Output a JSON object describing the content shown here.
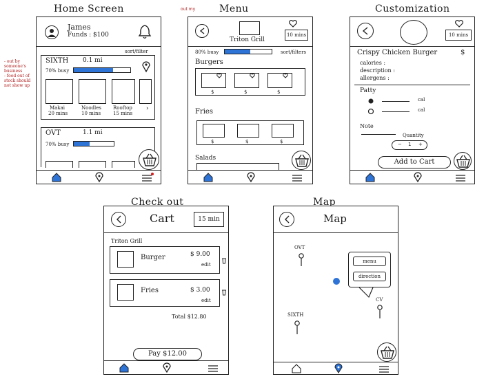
{
  "screens": {
    "home": {
      "title": "Home Screen",
      "user_name": "James",
      "funds": "Funds : $100",
      "sort_filter": "sort/filter",
      "locations": [
        {
          "name": "SIXTH",
          "distance": "0.1 mi",
          "busy": "70% busy",
          "busy_fraction": 0.7,
          "items": [
            {
              "name": "Makai",
              "time": "20 mins"
            },
            {
              "name": "Noodles",
              "time": "10 mins"
            },
            {
              "name": "Rooftop",
              "time": "15 mins"
            }
          ]
        },
        {
          "name": "OVT",
          "distance": "1.1 mi",
          "busy": "70% busy",
          "busy_fraction": 0.4
        }
      ]
    },
    "menu": {
      "title": "Menu",
      "header_note": "out my",
      "restaurant": "Triton Grill",
      "wait": "10 mins",
      "busy": "80% busy",
      "busy_fraction": 0.55,
      "sort_filter": "sort/filters",
      "sections": [
        "Burgers",
        "Fries",
        "Salads"
      ],
      "price_symbol": "$"
    },
    "customization": {
      "title": "Customization",
      "wait": "10 mins",
      "item_name": "Crispy Chicken Burger",
      "price_symbol": "$",
      "fields": [
        "calories :",
        "description :",
        "allergens :"
      ],
      "patty_label": "Patty",
      "patty_cal": "cal",
      "note_label": "Note",
      "quantity_label": "Quantity",
      "quantity_minus": "−",
      "quantity_value": "1",
      "quantity_plus": "+",
      "add_to_cart": "Add to Cart"
    },
    "checkout": {
      "title": "Check out",
      "header": "Cart",
      "wait": "15 min",
      "restaurant": "Triton Grill",
      "items": [
        {
          "name": "Burger",
          "price": "$ 9.00",
          "edit": "edit"
        },
        {
          "name": "Fries",
          "price": "$ 3.00",
          "edit": "edit"
        }
      ],
      "total": "Total $12.80",
      "pay": "Pay  $12.00"
    },
    "map": {
      "title": "Map",
      "header": "Map",
      "pins": [
        "OVT",
        "CV",
        "SIXTH"
      ],
      "popup_menu": "menu",
      "popup_direction": "direction"
    }
  },
  "annotation_note": "- out by someone's business\n- food out of stock should not show up",
  "colors": {
    "accent": "#2e73d6",
    "ink": "#1a1a1a",
    "note": "#b01a1a"
  }
}
